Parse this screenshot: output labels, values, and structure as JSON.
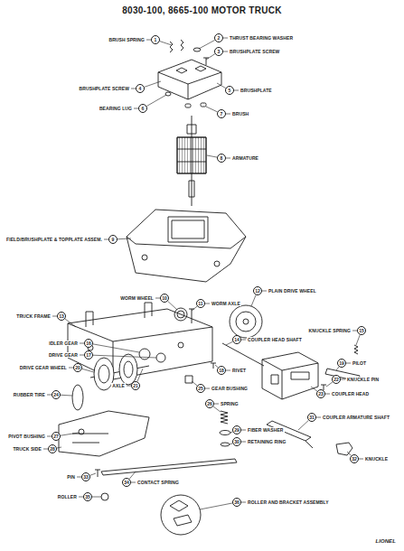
{
  "diagram": {
    "title": "8030-100, 8665-100 MOTOR TRUCK",
    "nodes": [
      {
        "text": [
          "1"
        ]
      },
      {
        "text": [
          "2"
        ]
      },
      {
        "text": [
          "3"
        ]
      },
      {
        "text": [
          "4"
        ]
      },
      {
        "text": [
          "5"
        ]
      },
      {
        "text": [
          "6"
        ]
      },
      {
        "text": [
          "7"
        ]
      },
      {
        "text": [
          "8"
        ]
      },
      {
        "text": [
          "9"
        ]
      },
      {
        "text": [
          "10"
        ]
      },
      {
        "text": [
          "11"
        ]
      },
      {
        "text": [
          "12"
        ]
      },
      {
        "text": [
          "13"
        ]
      },
      {
        "text": [
          "14"
        ]
      },
      {
        "text": [
          "15"
        ]
      },
      {
        "text": [
          "16"
        ]
      },
      {
        "text": [
          "17"
        ]
      },
      {
        "text": [
          "18"
        ]
      },
      {
        "text": [
          "19"
        ]
      },
      {
        "text": [
          "20"
        ]
      },
      {
        "text": [
          "21"
        ]
      },
      {
        "text": [
          "22"
        ]
      },
      {
        "text": [
          "23"
        ]
      },
      {
        "text": [
          "24"
        ]
      },
      {
        "text": [
          "25"
        ]
      },
      {
        "text": [
          "26"
        ]
      },
      {
        "text": [
          "27"
        ]
      },
      {
        "text": [
          "28"
        ]
      },
      {
        "text": [
          "29"
        ]
      },
      {
        "text": [
          "30"
        ]
      },
      {
        "text": [
          "31"
        ]
      },
      {
        "text": [
          "32"
        ]
      },
      {
        "text": [
          "33"
        ]
      },
      {
        "text": [
          "34"
        ]
      },
      {
        "text": [
          "35"
        ]
      },
      {
        "text": [
          "36"
        ]
      }
    ],
    "labels": [
      "BRUSH SPRING",
      "THRUST BEARING WASHER",
      "BRUSHPLATE SCREW",
      "BRUSHPLATE SCREW",
      "BRUSHPLATE",
      "BEARING LUG",
      "BRUSH",
      "ARMATURE",
      "FIELD/BRUSHPLATE & TOPPLATE ASSEM.",
      "WORM WHEEL",
      "WORM AXLE",
      "PLAIN DRIVE WHEEL",
      "TRUCK FRAME",
      "COUPLER HEAD SHAFT",
      "KNUCKLE SPRING",
      "IDLER GEAR",
      "DRIVE GEAR",
      "RIVET",
      "PILOT",
      "DRIVE GEAR WHEEL",
      "AXLE",
      "KNUCKLE PIN",
      "COUPLER HEAD",
      "RUBBER TIRE",
      "GEAR BUSHING",
      "SPRING",
      "PIVOT BUSHING",
      "TRUCK SIDE",
      "FIBER WASHER",
      "RETAINING RING",
      "COUPLER ARMATURE SHAFT",
      "KNUCKLE",
      "PIN",
      "CONTACT SPRING",
      "ROLLER",
      "ROLLER AND BRACKET ASSEMBLY",
      "LIONEL"
    ]
  }
}
